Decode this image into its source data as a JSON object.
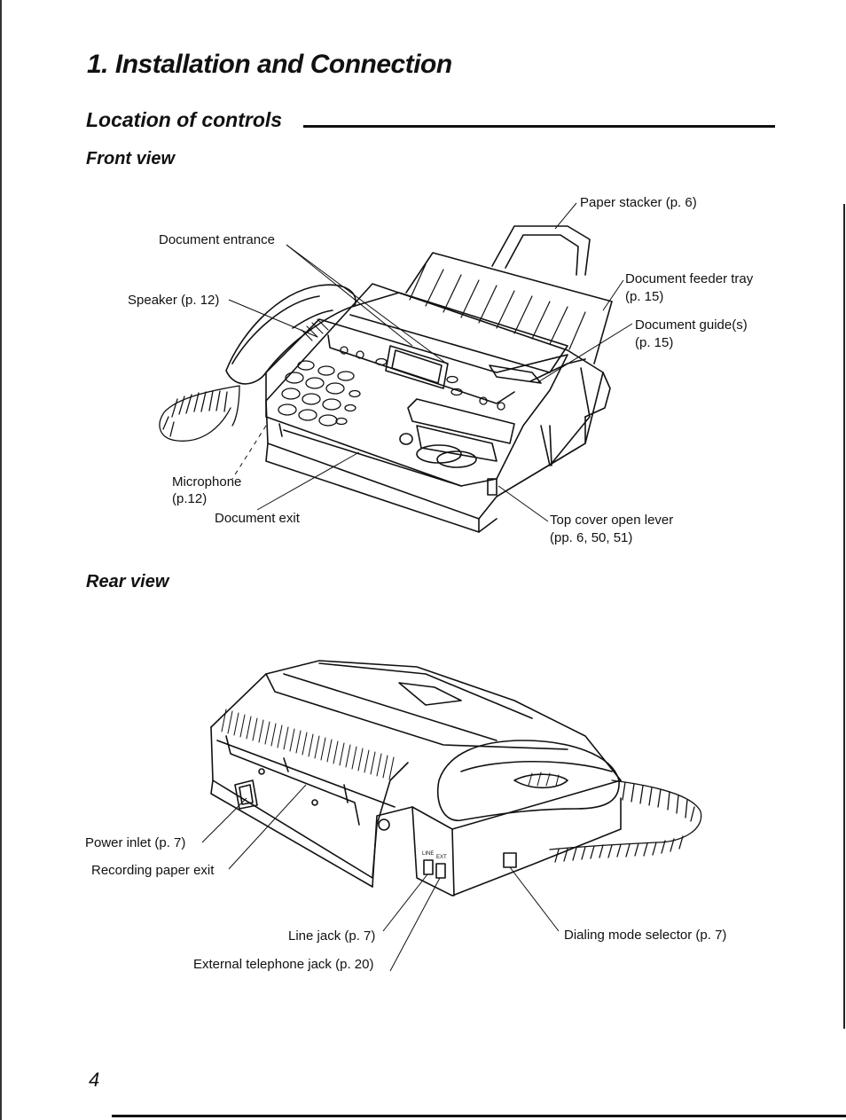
{
  "heading": "1. Installation and Connection",
  "section_title": "Location of controls",
  "front": {
    "title": "Front view",
    "labels": {
      "paper_stacker": "Paper stacker (p. 6)",
      "document_entrance": "Document entrance",
      "document_feeder_tray_1": "Document feeder tray",
      "document_feeder_tray_2": "(p. 15)",
      "speaker": "Speaker (p. 12)",
      "document_guides_1": "Document guide(s)",
      "document_guides_2": "(p. 15)",
      "microphone_1": "Microphone",
      "microphone_2": "(p.12)",
      "document_exit": "Document exit",
      "top_cover_1": "Top cover open lever",
      "top_cover_2": "(pp. 6, 50, 51)"
    }
  },
  "rear": {
    "title": "Rear view",
    "labels": {
      "power_inlet": "Power inlet (p. 7)",
      "recording_paper_exit": "Recording paper exit",
      "line_jack": "Line jack (p. 7)",
      "external_jack": "External telephone jack (p. 20)",
      "dialing_mode": "Dialing mode selector (p. 7)",
      "jack_line": "LINE",
      "jack_ext": "EXT"
    }
  },
  "page_number": "4"
}
